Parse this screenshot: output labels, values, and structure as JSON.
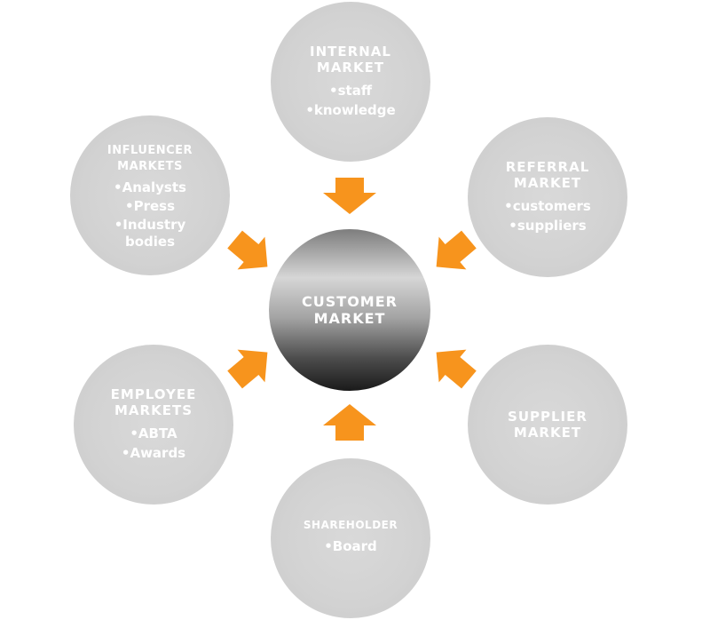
{
  "center": {
    "lines": [
      "CUSTOMER",
      "MARKET"
    ]
  },
  "nodes": {
    "internal": {
      "title": [
        "INTERNAL",
        "MARKET"
      ],
      "items": [
        "•staff",
        "•knowledge"
      ]
    },
    "referral": {
      "title": [
        "REFERRAL",
        "MARKET"
      ],
      "items": [
        "•customers",
        "•suppliers"
      ]
    },
    "supplier": {
      "title": [
        "SUPPLIER",
        "MARKET"
      ],
      "items": []
    },
    "shareholder": {
      "title": [
        "SHAREHOLDER"
      ],
      "items": [
        "•Board"
      ]
    },
    "employee": {
      "title": [
        "EMPLOYEE",
        "MARKETS"
      ],
      "items": [
        "•ABTA",
        "•Awards"
      ]
    },
    "influencer": {
      "title": [
        "INFLUENCER",
        "MARKETS"
      ],
      "items": [
        "•Analysts",
        "•Press",
        "•Industry",
        "bodies"
      ]
    }
  },
  "colors": {
    "arrow": "#f7941d",
    "circle": "#d4d4d4",
    "text": "#ffffff"
  }
}
